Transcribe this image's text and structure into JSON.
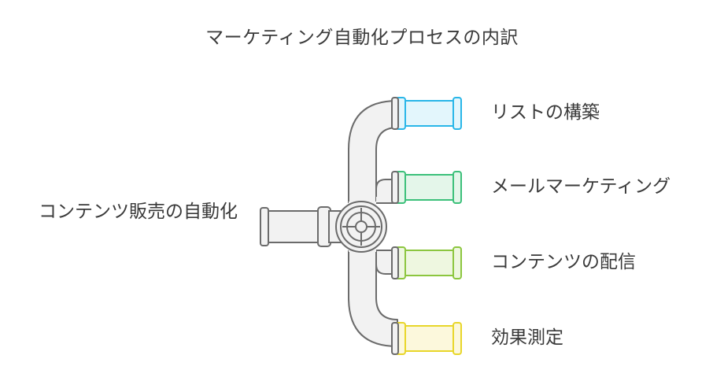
{
  "title": "マーケティング自動化プロセスの内訳",
  "source": {
    "label": "コンテンツ販売の自動化"
  },
  "branches": [
    {
      "label": "リストの構築",
      "color": "#29b6e8",
      "fill": "#e3f6fc"
    },
    {
      "label": "メールマーケティング",
      "color": "#3cc07a",
      "fill": "#e4f6ea"
    },
    {
      "label": "コンテンツの配信",
      "color": "#8cc63f",
      "fill": "#eef7e0"
    },
    {
      "label": "効果測定",
      "color": "#e8d62a",
      "fill": "#fcf8dc"
    }
  ],
  "pipe_color": "#6b6b6b",
  "pipe_fill": "#f2f2f2",
  "valve_icon": "crosshair-valve-icon"
}
